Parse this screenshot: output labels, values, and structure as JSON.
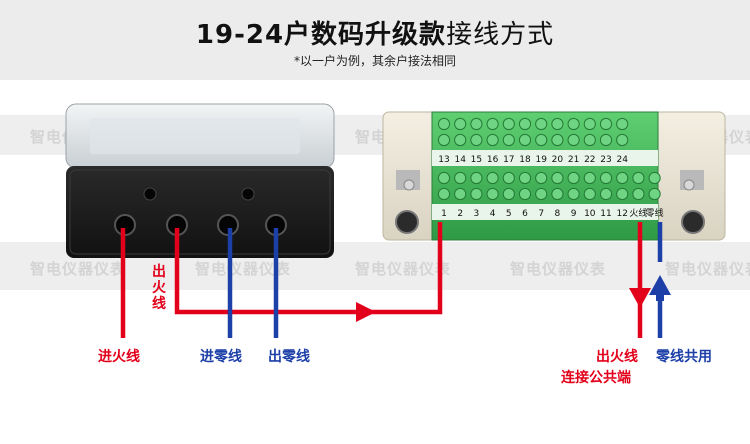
{
  "header": {
    "title_bold": "19-24户数码升级款",
    "title_light": "接线方式",
    "subtitle": "*以一户为例，其余户接法相同"
  },
  "watermark": "智电仪器仪表",
  "labels": {
    "in_live": "进火线",
    "in_neutral": "进零线",
    "out_neutral": "出零线",
    "out_live_vertical": "出火线",
    "common_live_line1": "出火线",
    "common_live_line2": "连接公共端",
    "common_neutral": "零线共用"
  },
  "terminal_block": {
    "top_row": [
      "13",
      "14",
      "15",
      "16",
      "17",
      "18",
      "19",
      "20",
      "21",
      "22",
      "23",
      "24"
    ],
    "bottom_row": [
      "1",
      "2",
      "3",
      "4",
      "5",
      "6",
      "7",
      "8",
      "9",
      "10",
      "11",
      "12"
    ],
    "special": [
      "火线",
      "零线"
    ]
  },
  "colors": {
    "live": "#e2001a",
    "neutral": "#1d3fa8",
    "terminal_green": "#3fb35a"
  }
}
